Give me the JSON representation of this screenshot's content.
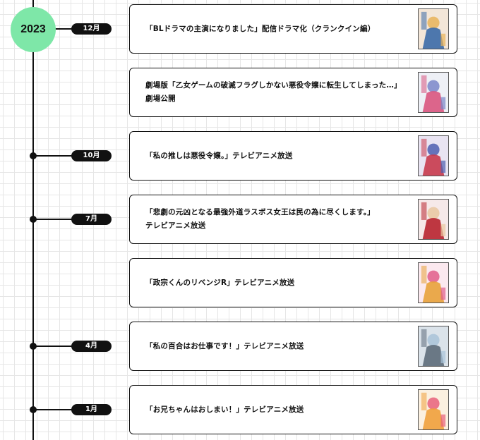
{
  "timeline": {
    "year": "2023",
    "entries": [
      {
        "month": "12月",
        "lines": [
          "「BLドラマの主演になりました」配信ドラマ化（クランクイン編）"
        ],
        "cover": {
          "bg": "#f3e6d8",
          "accent": "#3b6aa8",
          "secondary": "#e8b35a"
        }
      },
      {
        "month": "",
        "lines": [
          "劇場版「乙女ゲームの破滅フラグしかない悪役令嬢に転生してしまった…」",
          "劇場公開"
        ],
        "cover": {
          "bg": "#eef0f6",
          "accent": "#d9557f",
          "secondary": "#7a86c9"
        }
      },
      {
        "month": "10月",
        "lines": [
          "「私の推しは悪役令嬢。」テレビアニメ放送"
        ],
        "cover": {
          "bg": "#e9e4f2",
          "accent": "#c83a4c",
          "secondary": "#4d5fb0"
        }
      },
      {
        "month": "7月",
        "lines": [
          "「悲劇の元凶となる最強外道ラスボス女王は民の為に尽くします。」",
          "テレビアニメ放送"
        ],
        "cover": {
          "bg": "#f6e9e9",
          "accent": "#b8242f",
          "secondary": "#e9c7a0"
        }
      },
      {
        "month": "",
        "lines": [
          "「政宗くんのリベンジR」テレビアニメ放送"
        ],
        "cover": {
          "bg": "#fbe9ef",
          "accent": "#e8a23a",
          "secondary": "#e05d8a"
        }
      },
      {
        "month": "4月",
        "lines": [
          "「私の百合はお仕事です！」テレビアニメ放送"
        ],
        "cover": {
          "bg": "#dbe3ea",
          "accent": "#5d6b7a",
          "secondary": "#a9c3d8"
        }
      },
      {
        "month": "1月",
        "lines": [
          "「お兄ちゃんはおしまい！」テレビアニメ放送"
        ],
        "cover": {
          "bg": "#fbf0e0",
          "accent": "#f0a03c",
          "secondary": "#e8607a"
        }
      }
    ]
  }
}
